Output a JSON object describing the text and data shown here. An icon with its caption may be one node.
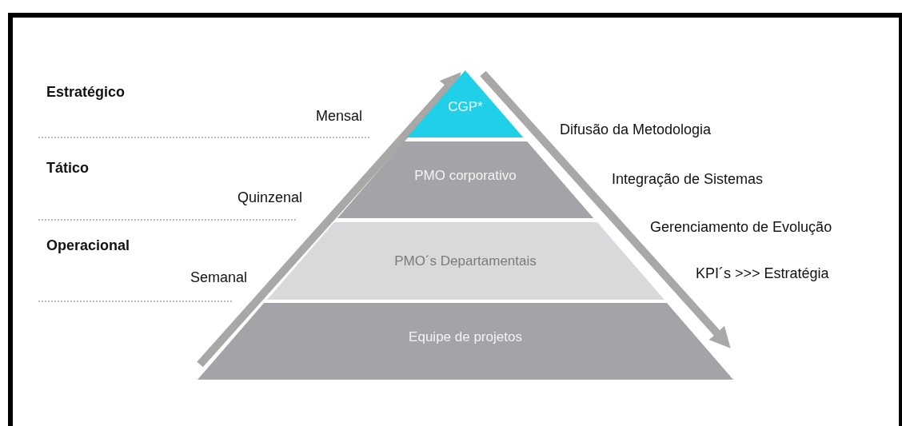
{
  "diagram": {
    "nodes": [
      {
        "text": [
          "CGP*"
        ]
      },
      {
        "text": [
          "PMO corporativo"
        ]
      },
      {
        "text": [
          "PMO´s Departamentais"
        ]
      },
      {
        "text": [
          "Equipe de projetos"
        ]
      }
    ],
    "edges": [],
    "labels": [
      "Estratégico",
      "Mensal",
      "Difusão da Metodologia",
      "Tático",
      "Integração de Sistemas",
      "Quinzenal",
      "Gerenciamento de Evolução",
      "Operacional",
      "Semanal",
      "KPI´s >>> Estratégia"
    ]
  }
}
